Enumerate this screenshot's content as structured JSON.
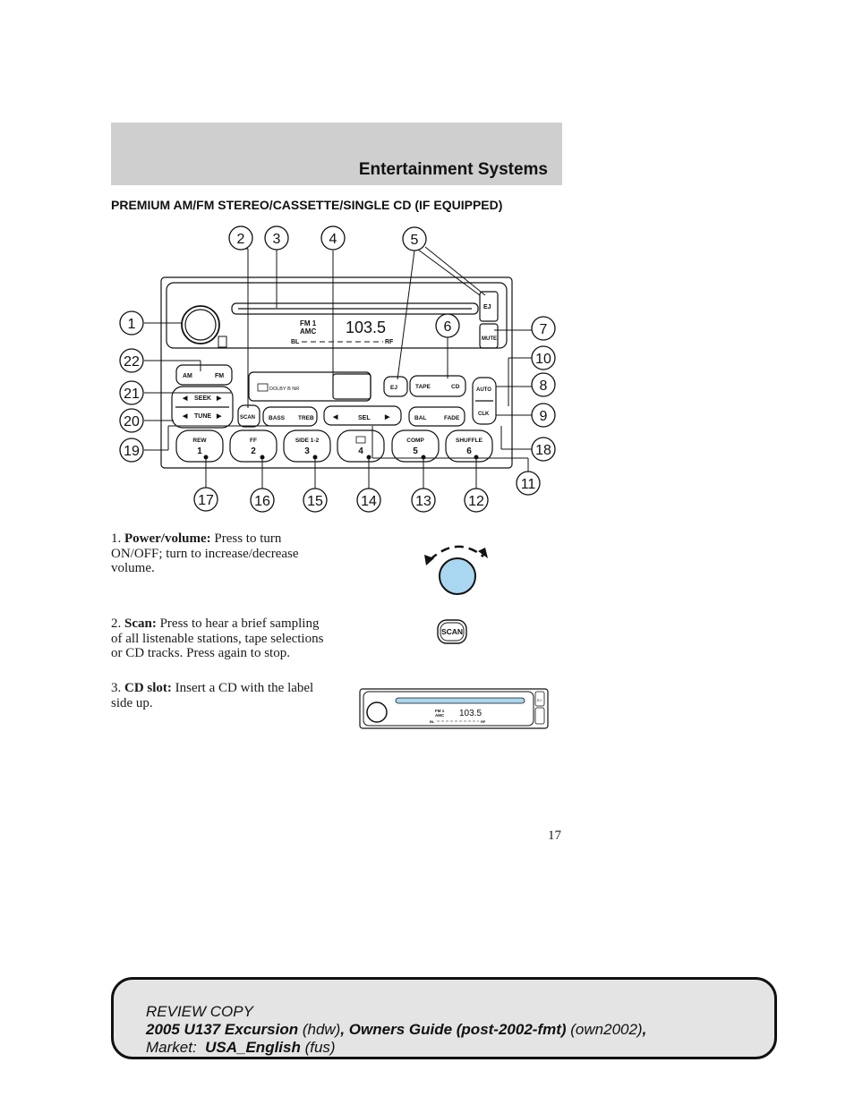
{
  "header": {
    "title": "Entertainment Systems"
  },
  "section_heading": "PREMIUM AM/FM STEREO/CASSETTE/SINGLE CD (IF EQUIPPED)",
  "diagram": {
    "callouts": [
      "1",
      "2",
      "3",
      "4",
      "5",
      "6",
      "7",
      "8",
      "9",
      "10",
      "11",
      "12",
      "13",
      "14",
      "15",
      "16",
      "17",
      "18",
      "19",
      "20",
      "21",
      "22"
    ],
    "buttons": {
      "eject_top": "EJ",
      "mute": "MUTE",
      "am": "AM",
      "fm": "FM",
      "seek": "SEEK",
      "tune": "TUNE",
      "scan": "SCAN",
      "bass": "BASS",
      "treb": "TREB",
      "sel": "SEL",
      "bal": "BAL",
      "fade": "FADE",
      "ej": "EJ",
      "tape": "TAPE",
      "cd": "CD",
      "auto": "AUTO",
      "clk": "CLK",
      "dolby": "DOLBY B NR"
    },
    "presets": [
      {
        "top": "REW",
        "num": "1"
      },
      {
        "top": "FF",
        "num": "2"
      },
      {
        "top": "SIDE 1-2",
        "num": "3"
      },
      {
        "top": "",
        "num": "4"
      },
      {
        "top": "COMP",
        "num": "5"
      },
      {
        "top": "SHUFFLE",
        "num": "6"
      }
    ],
    "display": {
      "band": "FM 1",
      "mode": "AMC",
      "freq": "103.5",
      "bal_left": "BL",
      "bal_right": "RF"
    }
  },
  "items": [
    {
      "num": "1.",
      "label": "Power/volume:",
      "text": " Press to turn ON/OFF; turn to increase/decrease volume."
    },
    {
      "num": "2.",
      "label": "Scan:",
      "text": " Press to hear a brief sampling of all listenable stations, tape selections or CD tracks. Press again to stop."
    },
    {
      "num": "3.",
      "label": "CD slot:",
      "text": " Insert a CD with the label side up."
    }
  ],
  "scan_icon_label": "SCAN",
  "mini_display": {
    "band": "FM 1",
    "mode": "AMC",
    "freq": "103.5",
    "bal_left": "BL",
    "bal_right": "RF",
    "eject": "EJ"
  },
  "page_number": "17",
  "footer": {
    "line1": "REVIEW COPY",
    "model": "2005 U137 Excursion",
    "model_code": " (hdw)",
    "guide": ", Owners Guide (post-2002-fmt)",
    "guide_code": " (own2002)",
    "comma": ",",
    "market_label": "Market:  ",
    "market": "USA_English",
    "market_code": " (fus)"
  }
}
